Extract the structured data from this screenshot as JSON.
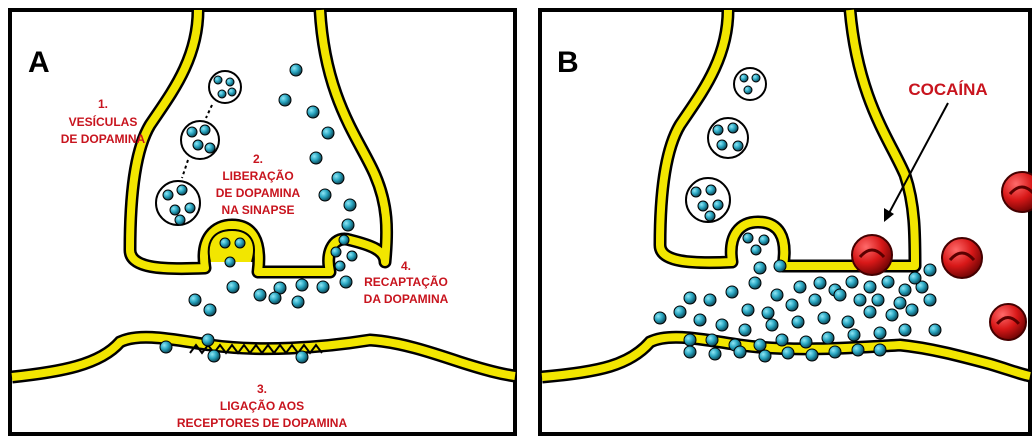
{
  "panels": [
    {
      "letter": "A"
    },
    {
      "letter": "B"
    }
  ],
  "labels_a": {
    "vesicles": [
      "1.",
      "VESÍCULAS",
      "DE DOPAMINA"
    ],
    "release": [
      "2.",
      "LIBERAÇÃO",
      "DE DOPAMINA",
      "NA SINAPSE"
    ],
    "binding": [
      "3.",
      "LIGAÇÃO AOS",
      "RECEPTORES DE DOPAMINA"
    ],
    "reuptake": [
      "4.",
      "RECAPTAÇÃO",
      "DA DOPAMINA"
    ]
  },
  "labels_b": {
    "cocaine": "COCAÍNA"
  },
  "colors": {
    "membrane": "#f2e600",
    "outline": "#000000",
    "dopamine": "#3cc0d8",
    "cocaine": "#d81818",
    "label": "#c8141e"
  }
}
